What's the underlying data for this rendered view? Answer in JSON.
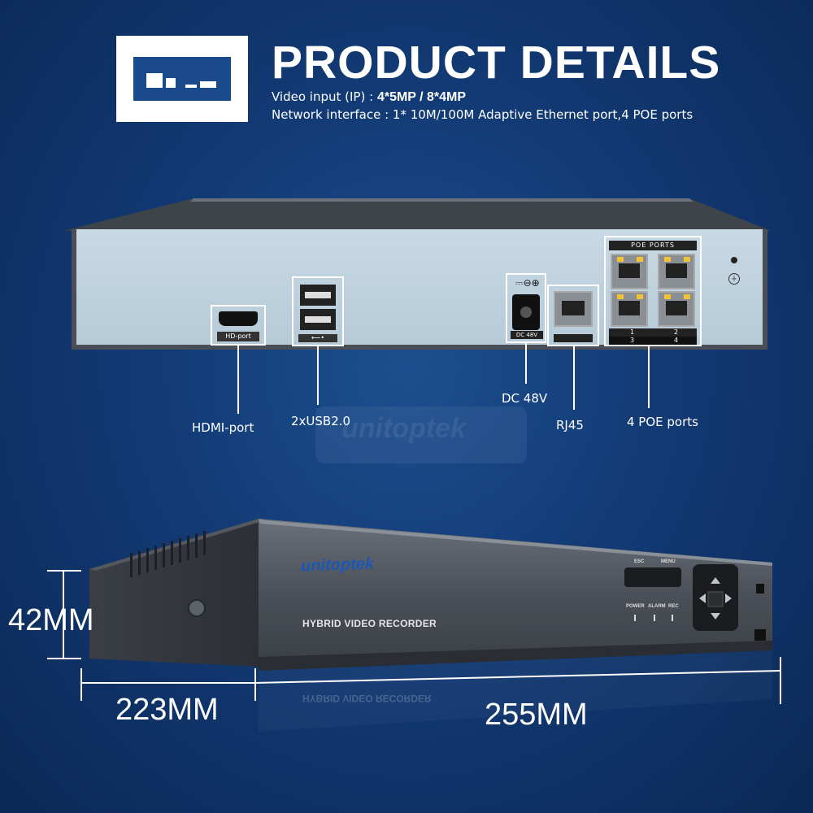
{
  "header": {
    "title": "PRODUCT DETAILS",
    "video_input_label": "Video input (IP) :",
    "video_input_value": "4*5MP / 8*4MP",
    "network_interface_label": "Network interface :",
    "network_interface_value": "1* 10M/100M Adaptive Ethernet port,4 POE ports"
  },
  "rear_panel": {
    "hdmi_port_text": "HD-port",
    "usb_port_text": "⟵•",
    "dc_port_text": "DC 48V",
    "dc_symbol": "⎓⊖⊕",
    "poe_header": "POE PORTS",
    "poe_numbers": [
      "1",
      "2",
      "3",
      "4"
    ]
  },
  "labels": {
    "hdmi": "HDMI-port",
    "usb": "2xUSB2.0",
    "dc": "DC 48V",
    "rj45": "RJ45",
    "poe": "4 POE ports"
  },
  "front": {
    "brand": "unitoptek",
    "model": "HYBRID VIDEO RECORDER",
    "esc": "ESC",
    "menu": "MENU",
    "power": "POWER",
    "alarm": "ALARM",
    "rec": "REC"
  },
  "dimensions": {
    "height": "42MM",
    "depth": "223MM",
    "width": "255MM"
  },
  "colors": {
    "background": "#123a74",
    "panel": "#c0d3df",
    "brand": "#1a58b8"
  }
}
